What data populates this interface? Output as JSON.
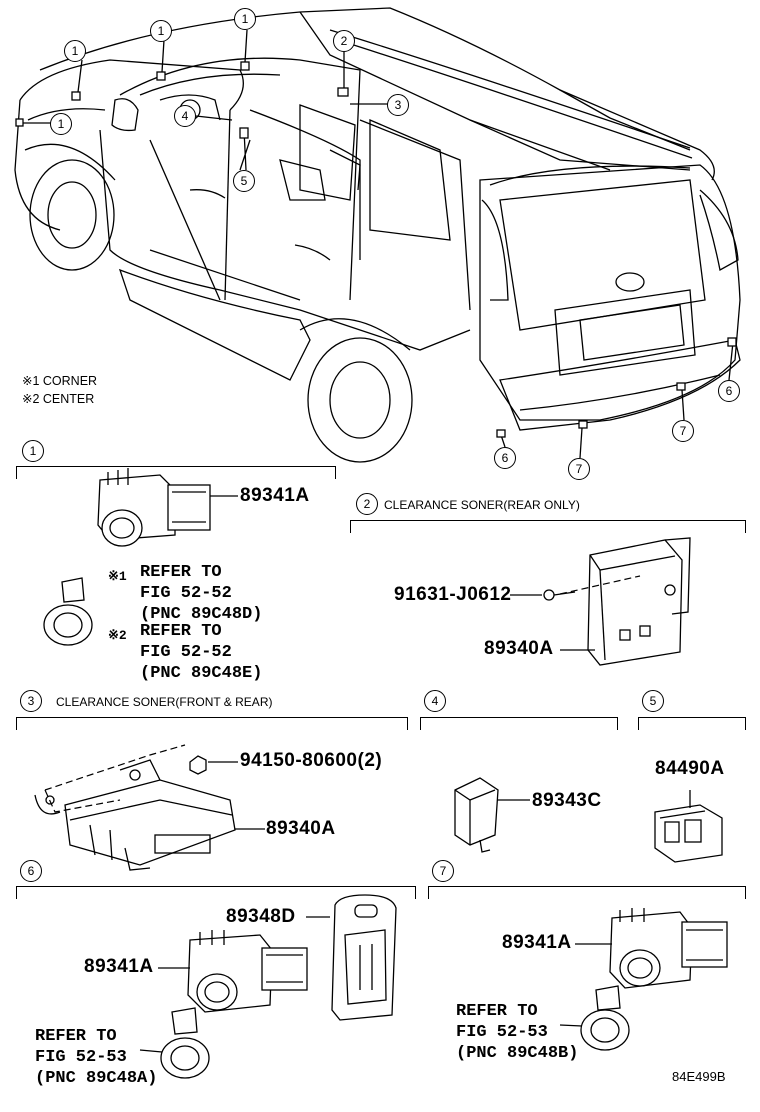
{
  "notes": [
    "※1 CORNER",
    "※2 CENTER"
  ],
  "overview_callouts": [
    "1",
    "1",
    "1",
    "1",
    "1",
    "2",
    "3",
    "4",
    "5",
    "6",
    "6",
    "7",
    "7"
  ],
  "sections": {
    "s1": {
      "num": "1",
      "part": "89341A",
      "ref1_mark": "※1",
      "ref1_lines": [
        "REFER TO",
        "FIG 52-52",
        "(PNC 89C48D)"
      ],
      "ref2_mark": "※2",
      "ref2_lines": [
        "REFER TO",
        "FIG 52-52",
        "(PNC 89C48E)"
      ]
    },
    "s2": {
      "num": "2",
      "title": "CLEARANCE SONER(REAR ONLY)",
      "bolt": "91631-J0612",
      "part": "89340A"
    },
    "s3": {
      "num": "3",
      "title": "CLEARANCE SONER(FRONT & REAR)",
      "nut": "94150-80600(2)",
      "part": "89340A"
    },
    "s4": {
      "num": "4",
      "part": "89343C"
    },
    "s5": {
      "num": "5",
      "part": "84490A"
    },
    "s6": {
      "num": "6",
      "bracket": "89348D",
      "part": "89341A",
      "ref_lines": [
        "REFER TO",
        "FIG 52-53",
        "(PNC 89C48A)"
      ]
    },
    "s7": {
      "num": "7",
      "part": "89341A",
      "ref_lines": [
        "REFER TO",
        "FIG 52-53",
        "(PNC 89C48B)"
      ]
    }
  },
  "figure_code": "84E499B"
}
